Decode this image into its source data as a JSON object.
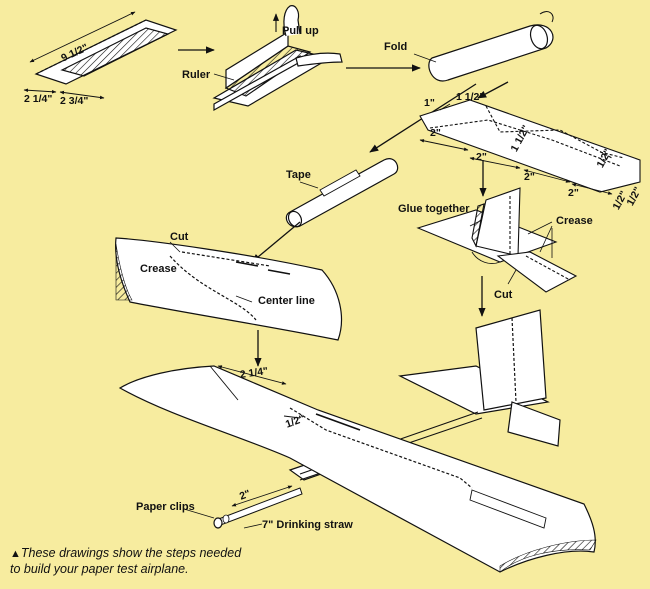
{
  "labels": {
    "pull_up": "Pull up",
    "ruler": "Ruler",
    "fold": "Fold",
    "tape": "Tape",
    "cut_wing": "Cut",
    "crease_wing": "Crease",
    "center_line": "Center line",
    "glue_together": "Glue together",
    "crease_tail": "Crease",
    "cut_tail": "Cut",
    "paper_clips": "Paper clips",
    "drinking_straw": "7\" Drinking straw"
  },
  "dimensions": {
    "sheet_length": "9 1/2\"",
    "sheet_left": "2 1/4\"",
    "sheet_right": "2 3/4\"",
    "tail_1": "1\"",
    "tail_1_5_top": "1 1/2\"",
    "tail_1_5_mid": "1 1/2\"",
    "tail_half": "1/2\"",
    "tail_2_left": "2\"",
    "tail_2_mid": "2\"",
    "tail_2_low": "2\"",
    "tail_2_right": "2\"",
    "tail_half_a": "1/2\"",
    "tail_half_b": "1/2\"",
    "wing_2_25": "2 1/4\"",
    "wing_half": "1/2\"",
    "straw_2": "2\""
  },
  "caption": {
    "marker": "▲",
    "line1": "These drawings show the steps needed",
    "line2": "to build your paper test airplane."
  },
  "colors": {
    "background": "#f7ec9f",
    "paper": "#ffffff",
    "ink": "#111111"
  }
}
